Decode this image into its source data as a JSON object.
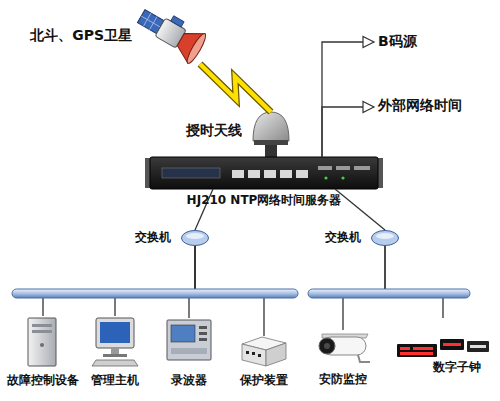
{
  "diagram": {
    "nodes": [
      {
        "text": [
          "北斗、GPS卫星"
        ]
      },
      {
        "text": [
          "授时天线"
        ]
      },
      {
        "text": [
          "B码源"
        ]
      },
      {
        "text": [
          "外部网络时间"
        ]
      },
      {
        "text": [
          "HJ210 NTP网络时间服务器"
        ]
      },
      {
        "text": [
          "交换机"
        ]
      },
      {
        "text": [
          "交换机"
        ]
      },
      {
        "text": [
          "故障控制设备"
        ]
      },
      {
        "text": [
          "管理主机"
        ]
      },
      {
        "text": [
          "录波器"
        ]
      },
      {
        "text": [
          "保护装置"
        ]
      },
      {
        "text": [
          "安防监控"
        ]
      },
      {
        "text": [
          "数字子钟"
        ]
      }
    ],
    "edges": [
      {
        "from": 0,
        "to": 1,
        "arrow": "none"
      },
      {
        "from": 4,
        "to": 2,
        "arrow": "to"
      },
      {
        "from": 4,
        "to": 3,
        "arrow": "to"
      },
      {
        "from": 4,
        "to": 5,
        "arrow": "none"
      },
      {
        "from": 4,
        "to": 6,
        "arrow": "none"
      },
      {
        "from": 5,
        "to": 7,
        "arrow": "none"
      },
      {
        "from": 5,
        "to": 8,
        "arrow": "none"
      },
      {
        "from": 5,
        "to": 9,
        "arrow": "none"
      },
      {
        "from": 5,
        "to": 10,
        "arrow": "none"
      },
      {
        "from": 6,
        "to": 11,
        "arrow": "none"
      },
      {
        "from": 6,
        "to": 12,
        "arrow": "none"
      }
    ]
  }
}
